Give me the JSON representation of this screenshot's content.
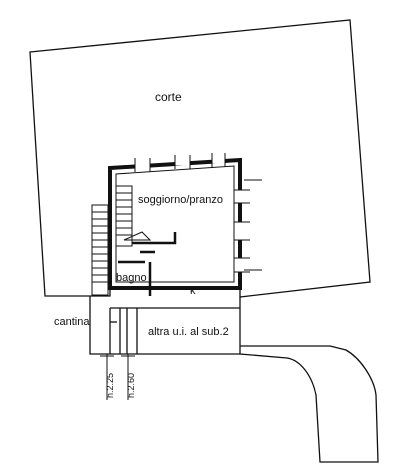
{
  "labels": {
    "courtyard": "corte",
    "living_dining": "soggiorno/pranzo",
    "bathroom": "bagno",
    "kitchen": "k",
    "cellar": "cantina",
    "other_unit": "altra u.i. al sub.2",
    "height_a": "h.2.25",
    "height_b": "h.2.60"
  }
}
